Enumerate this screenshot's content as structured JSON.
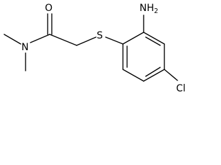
{
  "molecule": {
    "atoms": {
      "oxygen": "O",
      "nitrogen": "N",
      "sulfur": "S",
      "amine_n": "NH",
      "amine_h_count": "2",
      "chlorine": "Cl"
    },
    "colors": {
      "bond": "#000000",
      "text": "#000000",
      "background": "#ffffff"
    }
  }
}
